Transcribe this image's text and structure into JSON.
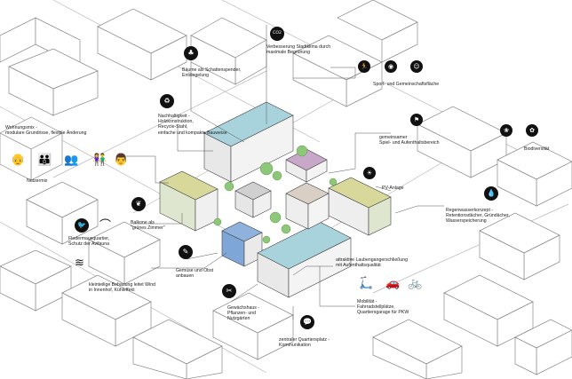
{
  "labels": {
    "co2": "Verbesserung Stadtklima durch\nmaximale Begrünung",
    "trees": "Bäume als Schattenspender,\nEntsiegelung",
    "sport": "Sport- und Gemeinschaftsfläche",
    "sustain": "Nachhaltigkeit -\nHolzkonstruktion,\nRecycle-Stahl,\neinfache und kompakte Bauweise",
    "housing": "Wohnungsmix -\nmodulare Grundrisse, flexible Änderung",
    "mix": "Nutzermix",
    "shared": "gemeinsamer\nSpiel- und Aufenthaltsbereich",
    "biodiv": "Biodiversität",
    "pv": "PV-Anlage",
    "rain": "Regenwasserkonzept -\nRetentionsdächer, Gründächer,\nWasserspeicherung",
    "balcony": "Balkone als\n\"grünes Zimmer\"",
    "bats": "Fledermausquartier,\nSchutz der Avifauna",
    "garden": "Gemüse und Obst\nanbauen",
    "wind": "kleinteilige Bebauung leitet Wind\nin Innenhof, Kühleffekt",
    "gallery": "attraktive Laubengangerschließung\nmit Aufenthaltsqualität",
    "mobility": "Mobilität -\nFahrradstellplätze,\nQuartiersgarage für PKW",
    "greenhouse": "Gewächshaus -\nPflanzen- und\nNutzgärten",
    "plaza": "zentraler Quartiersplatz -\nKommunikation"
  },
  "icons": {
    "co2_text": "CO2",
    "sun_text": "☀",
    "tulip_text": "❀"
  }
}
